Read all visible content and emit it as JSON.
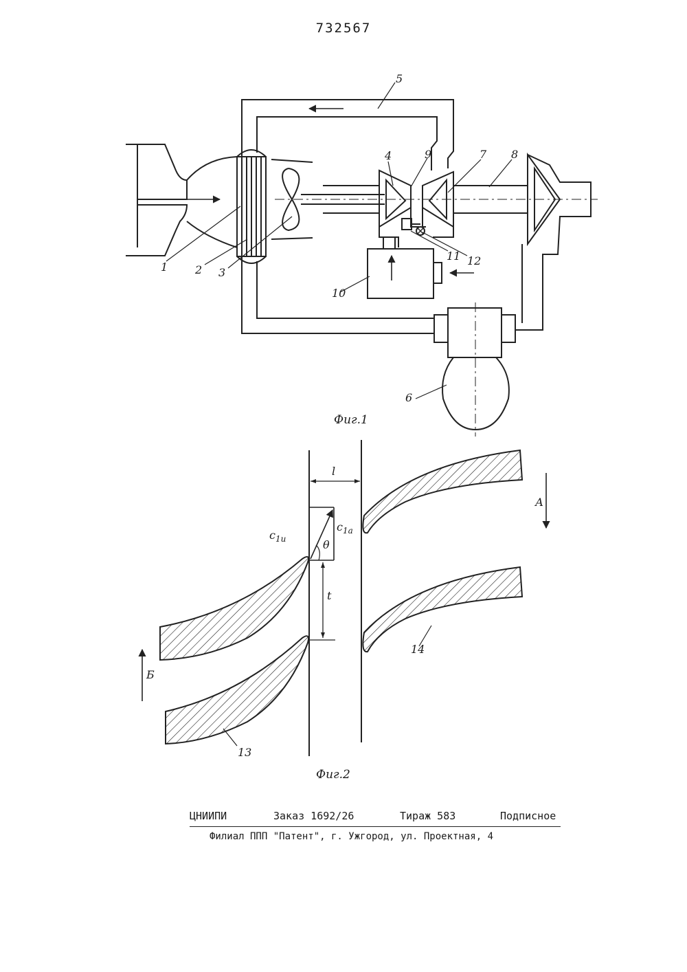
{
  "page_number": "732567",
  "figure1": {
    "caption": "Фиг.1",
    "labels": [
      "1",
      "2",
      "3",
      "4",
      "5",
      "6",
      "7",
      "8",
      "9",
      "10",
      "11",
      "12"
    ]
  },
  "figure2": {
    "caption": "Фиг.2",
    "labels": {
      "l": "l",
      "c1u": "c",
      "c1u_sub": "1u",
      "c1a": "c",
      "c1a_sub": "1a",
      "theta": "θ",
      "t": "t",
      "A": "А",
      "B": "Б",
      "n13": "13",
      "n14": "14"
    }
  },
  "footer": {
    "org": "ЦНИИПИ",
    "order": "Заказ 1692/26",
    "circulation": "Тираж 583",
    "subscription": "Подписное",
    "branch": "Филиал ППП \"Патент\", г. Ужгород, ул. Проектная, 4"
  }
}
